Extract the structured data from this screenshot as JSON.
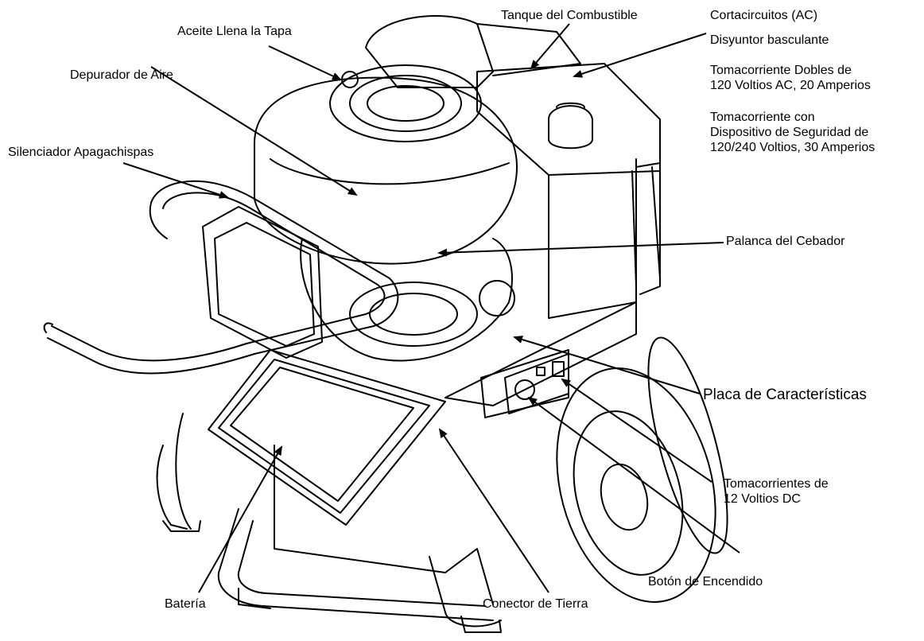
{
  "labels": {
    "aceite": "Aceite Llena la Tapa",
    "tanque": "Tanque del Combustible",
    "cortacircuitos": "Cortacircuitos (AC)",
    "disyuntor": "Disyuntor basculante",
    "tomacorriente_dobles": [
      "Tomacorriente Dobles de",
      "120 Voltios AC, 20 Amperios"
    ],
    "tomacorriente_seguridad": [
      "Tomacorriente con",
      "Dispositivo de Seguridad de",
      "120/240 Voltios, 30 Amperios"
    ],
    "depurador": "Depurador de Aire",
    "silenciador": "Silenciador Apagachispas",
    "palanca": "Palanca del Cebador",
    "placa": "Placa de Características",
    "tomacorrientes_dc": [
      "Tomacorrientes de",
      "12 Voltios DC"
    ],
    "boton": "Botón de Encendido",
    "bateria": "Batería",
    "conector": "Conector de Tierra"
  }
}
